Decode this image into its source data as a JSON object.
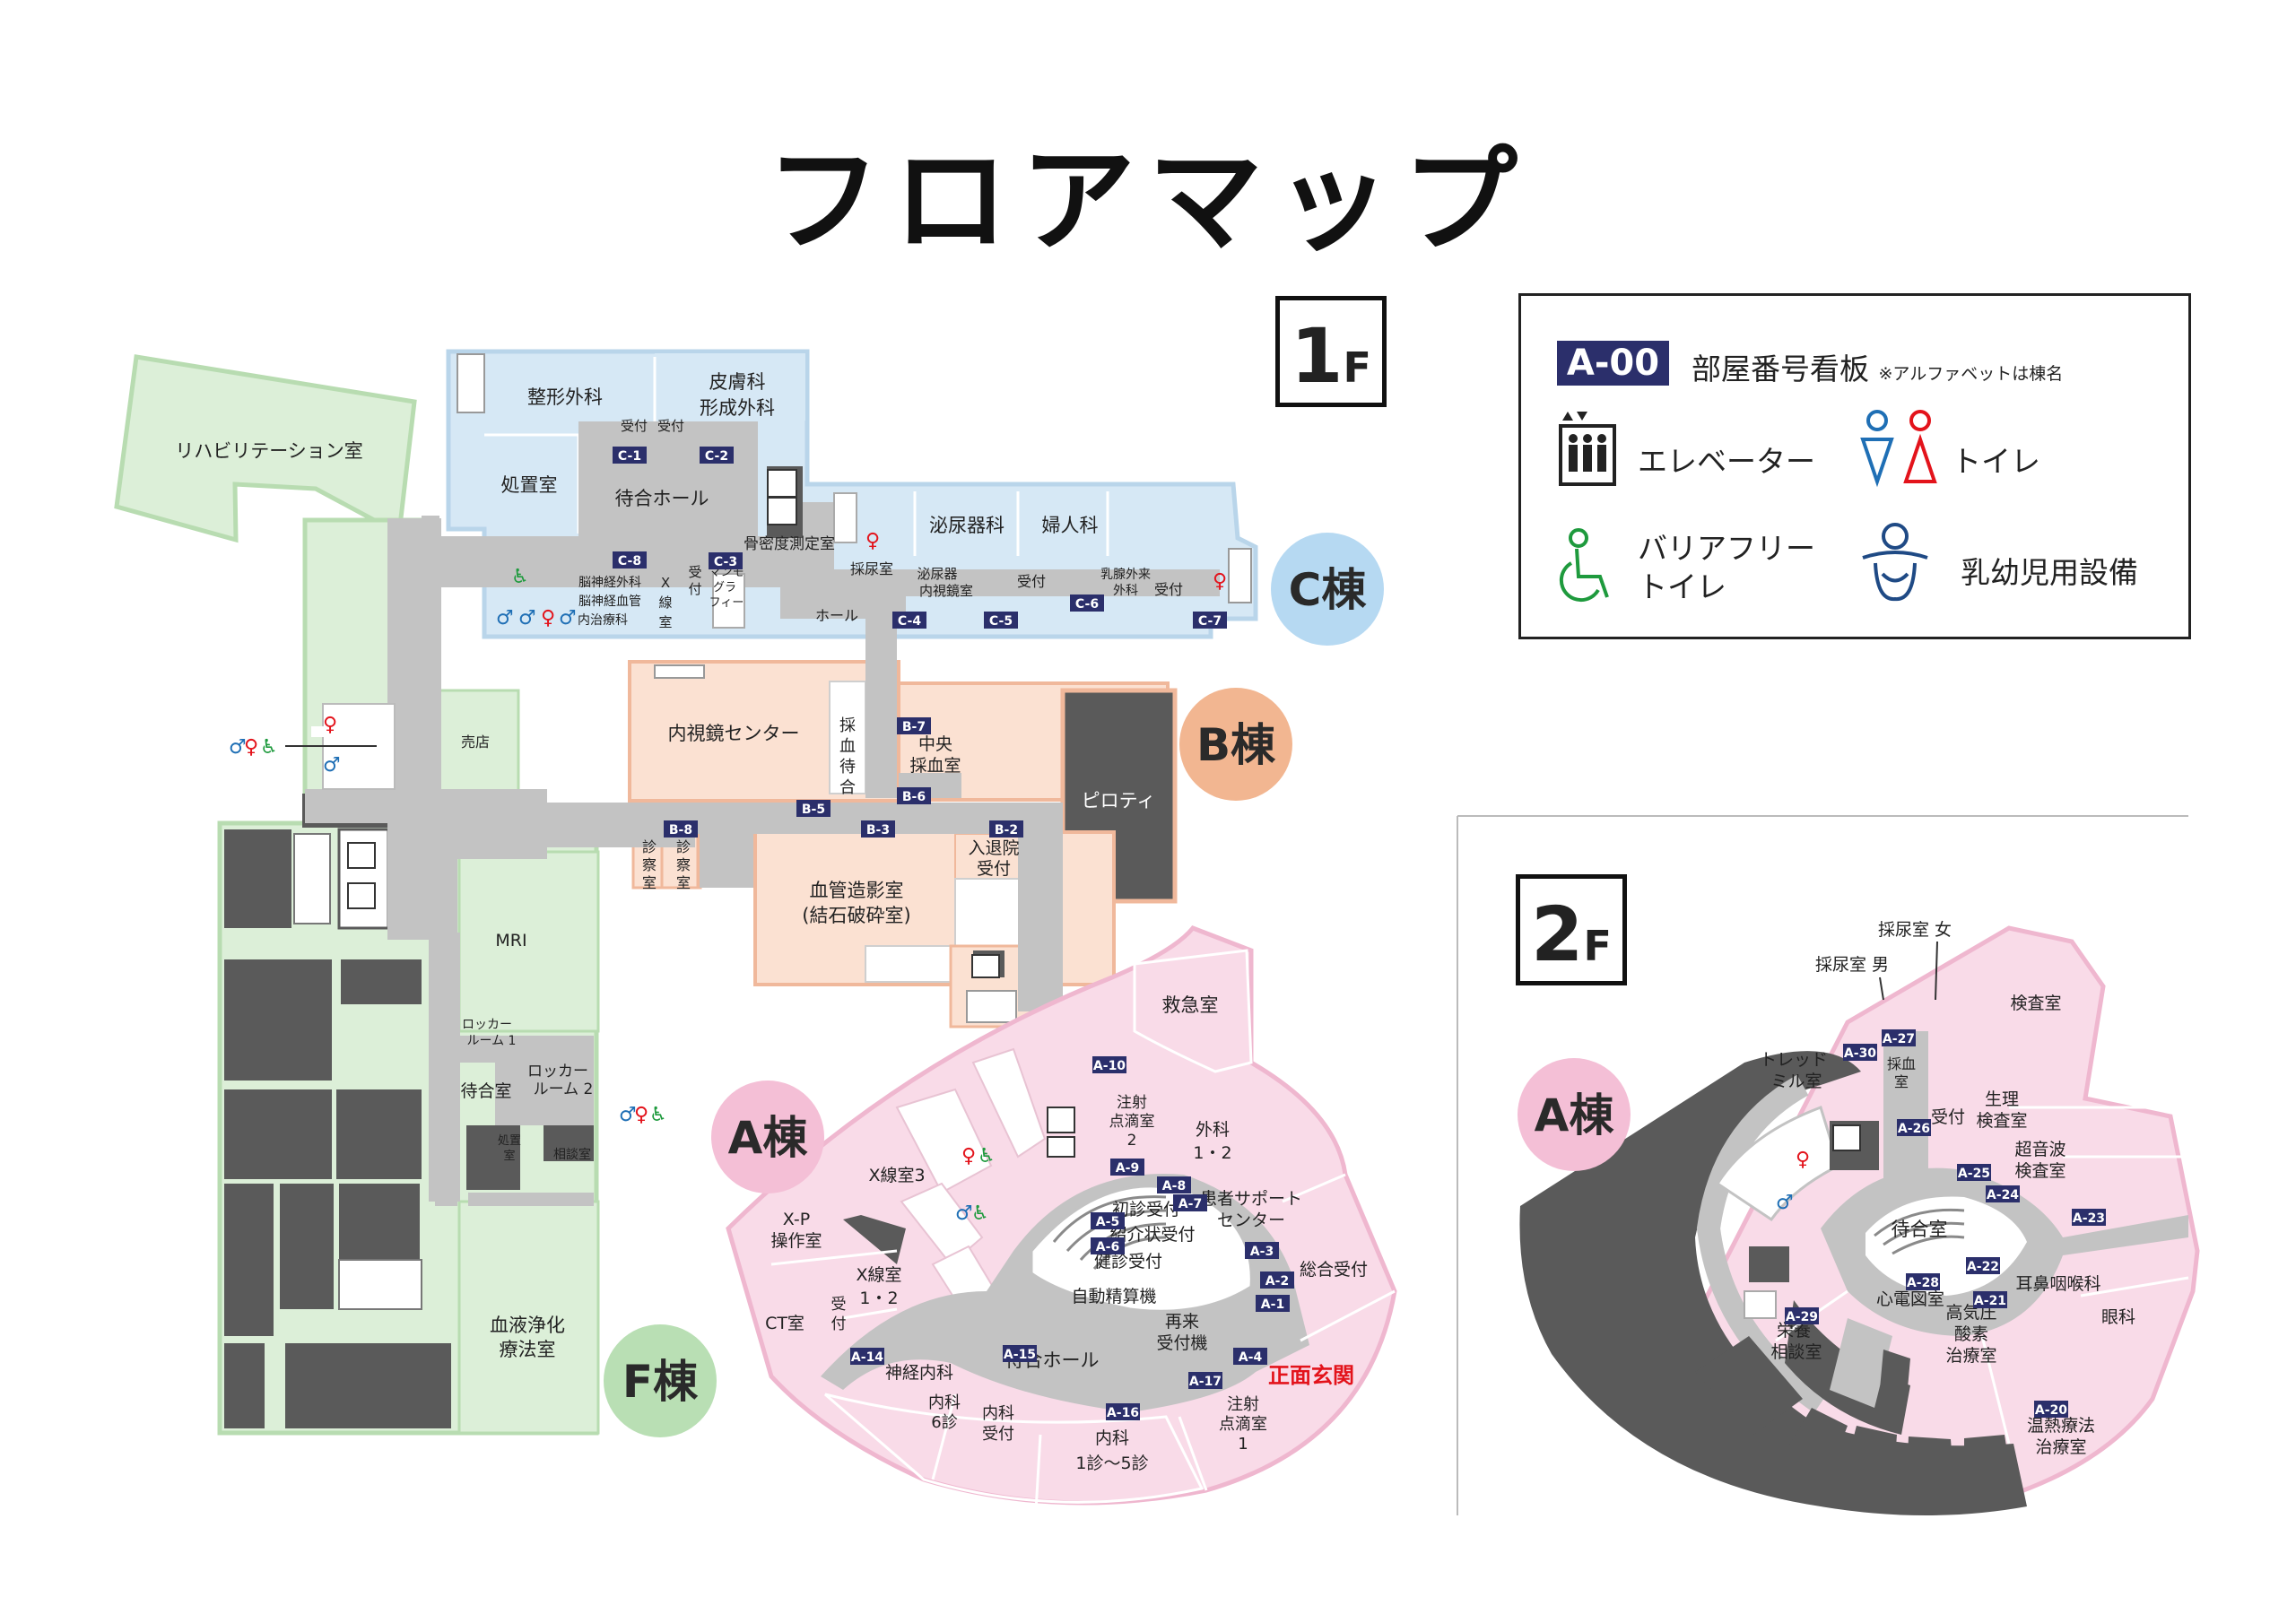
{
  "title": "フロアマップ",
  "floors": {
    "f1": {
      "number": "1",
      "suffix": "F"
    },
    "f2": {
      "number": "2",
      "suffix": "F"
    }
  },
  "legend": {
    "sign_sample": "A-00",
    "sign_label": "部屋番号看板",
    "sign_note": "※アルファベットは棟名",
    "elevator": "エレベーター",
    "toilet": "トイレ",
    "barrier_free_1": "バリアフリー",
    "barrier_free_2": "トイレ",
    "baby": "乳幼児用設備"
  },
  "buildings": {
    "A": "A棟",
    "B": "B棟",
    "C": "C棟",
    "F": "F棟",
    "A2": "A棟"
  },
  "colors": {
    "c_wing": "#d6e8f5",
    "c_outline": "#b9d5ea",
    "b_wing": "#fbe1d2",
    "b_outline": "#f0b89b",
    "a_wing": "#f9dbe8",
    "a_outline": "#efb7cf",
    "f_wing": "#dcefd8",
    "f_outline": "#b8dcb1",
    "corridor": "#c3c3c3",
    "dark": "#5a5a5a",
    "sign": "#2b2f6b",
    "entrance_text": "#e3131b",
    "c_circle": "#b6d9f2",
    "b_circle": "#f2b691",
    "a_circle": "#f4bfd6",
    "f_circle": "#b9dfb4"
  },
  "rooms_1f": {
    "rehab": "リハビリテーション室",
    "seikei": "整形外科",
    "hifu_1": "皮膚科",
    "hifu_2": "形成外科",
    "uketsuke_c1": "受付",
    "uketsuke_c2": "受付",
    "shochi": "処置室",
    "machiai_hall_c": "待合ホール",
    "kotsumitsudo": "骨密度測定室",
    "hinyoki": "泌尿器科",
    "fujin": "婦人科",
    "nou_1": "脳神経外科",
    "nou_2": "脳神経血管",
    "nou_3": "内治療科",
    "xsen_c_1": "X",
    "xsen_c_2": "線",
    "xsen_c_3": "室",
    "uketsuke_c3_1": "受",
    "uketsuke_c3_2": "付",
    "mammo_1": "マンモ",
    "mammo_2": "グラ",
    "mammo_3": "フィー",
    "sainyo_c": "採尿室",
    "hinyoki_naishi_1": "泌尿器",
    "hinyoki_naishi_2": "内視鏡室",
    "uketsuke_c6": "受付",
    "nyusen_1": "乳腺外来",
    "nyusen_2": "外科",
    "uketsuke_c7": "受付",
    "hall_c": "ホール",
    "baiten": "売店",
    "naishikyo": "内視鏡センター",
    "saiketsu_machiai_1": "採",
    "saiketsu_machiai_2": "血",
    "saiketsu_machiai_3": "待",
    "saiketsu_machiai_4": "合",
    "chuo_1": "中央",
    "chuo_2": "採血室",
    "piloti": "ピロティ",
    "shinsatsu1_1": "診",
    "shinsatsu1_2": "察",
    "shinsatsu1_3": "室",
    "shinsatsu2_1": "診",
    "shinsatsu2_2": "察",
    "shinsatsu2_3": "室",
    "kekkan_1": "血管造影室",
    "kekkan_2": "(結石破砕室)",
    "nyutaiin_1": "入退院",
    "nyutaiin_2": "受付",
    "mri": "MRI",
    "locker1_1": "ロッカー",
    "locker1_2": "ルーム 1",
    "locker2_1": "ロッカー",
    "locker2_2": "ルーム 2",
    "machiai_f": "待合室",
    "shochi_f_1": "処置",
    "shochi_f_2": "室",
    "sodan": "相談室",
    "ketsueki_1": "血液浄化",
    "ketsueki_2": "療法室",
    "kyukyu": "救急室",
    "chusha2_1": "注射",
    "chusha2_2": "点滴室",
    "chusha2_3": "2",
    "geka_1": "外科",
    "geka_2": "1・2",
    "xsen3": "X線室3",
    "xp_1": "X-P",
    "xp_2": "操作室",
    "xsen12_1": "X線室",
    "xsen12_2": "1・2",
    "ct": "CT室",
    "uketsuke_a14_1": "受",
    "uketsuke_a14_2": "付",
    "shoshin": "初診受付",
    "shokai": "紹介状受付",
    "kenshin": "健診受付",
    "jidou": "自動精算機",
    "kanja_1": "患者サポート",
    "kanja_2": "センター",
    "sogo": "総合受付",
    "sairai_1": "再来",
    "sairai_2": "受付機",
    "shinkei_naika": "神経内科",
    "naika6_1": "内科",
    "naika6_2": "6診",
    "naika_uke_1": "内科",
    "naika_uke_2": "受付",
    "machiai_hall_a": "待合ホール",
    "naika15_1": "内科",
    "naika15_2": "1診〜5診",
    "chusha1_1": "注射",
    "chusha1_2": "点滴室",
    "chusha1_3": "1",
    "shomen": "正面玄関"
  },
  "signs_1f": [
    "C-1",
    "C-2",
    "C-8",
    "C-3",
    "C-4",
    "C-5",
    "C-6",
    "C-7",
    "B-7",
    "B-6",
    "B-5",
    "B-8",
    "B-3",
    "B-2",
    "A-10",
    "A-9",
    "A-8",
    "A-7",
    "A-5",
    "A-6",
    "A-3",
    "A-2",
    "A-1",
    "A-14",
    "A-15",
    "A-4",
    "A-17",
    "A-16"
  ],
  "rooms_2f": {
    "sainyo_onna": "採尿室 女",
    "sainyo_otoko": "採尿室 男",
    "kensa": "検査室",
    "treadmill_1": "トレッド",
    "treadmill_2": "ミル室",
    "saiketsu_1": "採血",
    "saiketsu_2": "室",
    "uketsuke": "受付",
    "seiri_1": "生理",
    "seiri_2": "検査室",
    "choonpa_1": "超音波",
    "choonpa_2": "検査室",
    "machiai": "待合室",
    "jibi": "耳鼻咽喉科",
    "ganka": "眼科",
    "shindenzu": "心電図室",
    "eiyo_1": "栄養",
    "eiyo_2": "相談室",
    "koukiatsu_1": "高気圧",
    "koukiatsu_2": "酸素",
    "koukiatsu_3": "治療室",
    "onnetsu_1": "温熱療法",
    "onnetsu_2": "治療室"
  },
  "signs_2f": [
    "A-27",
    "A-30",
    "A-26",
    "A-25",
    "A-24",
    "A-23",
    "A-22",
    "A-28",
    "A-29",
    "A-21",
    "A-20"
  ]
}
